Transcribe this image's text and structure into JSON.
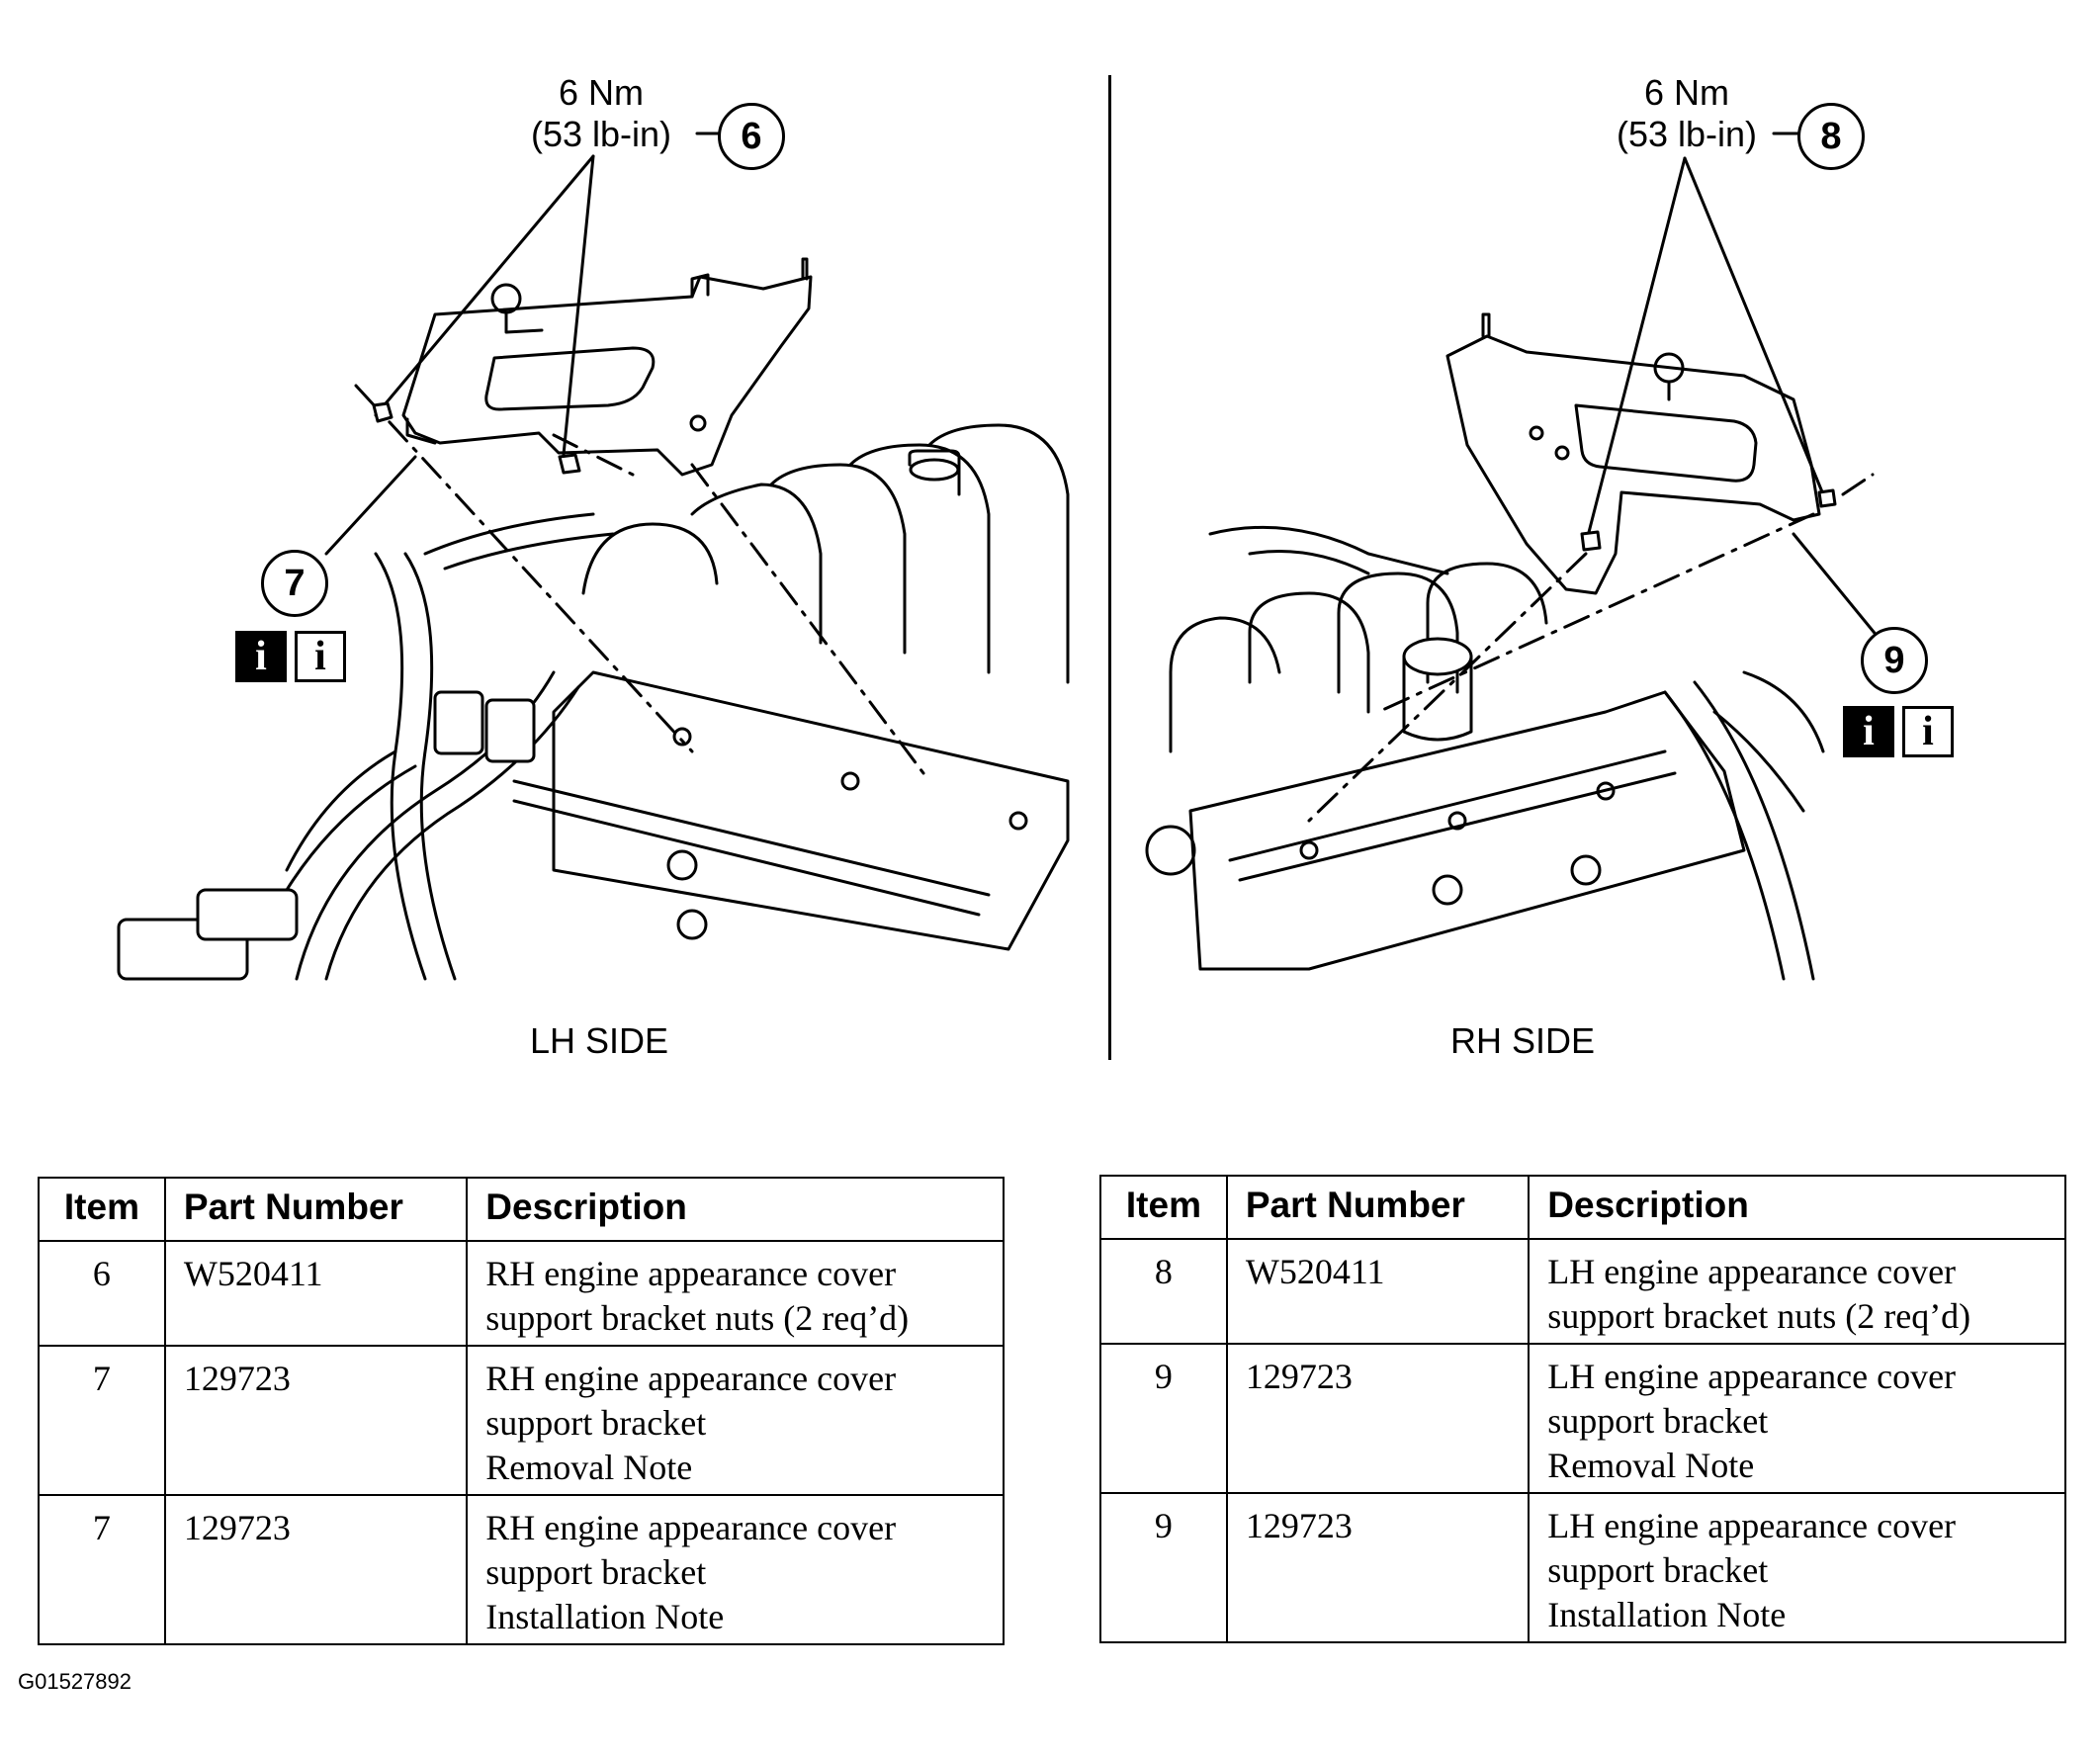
{
  "lh_view": {
    "label": "LH SIDE",
    "torque_nm": "6 Nm",
    "torque_lbin": "(53 lb-in)",
    "callout_nuts": "6",
    "callout_bracket": "7",
    "info_solid": "i",
    "info_outline": "i"
  },
  "rh_view": {
    "label": "RH SIDE",
    "torque_nm": "6 Nm",
    "torque_lbin": "(53 lb-in)",
    "callout_nuts": "8",
    "callout_bracket": "9",
    "info_solid": "i",
    "info_outline": "i"
  },
  "tables": {
    "headers": {
      "item": "Item",
      "part_number": "Part Number",
      "description": "Description"
    },
    "left": [
      {
        "item": "6",
        "part": "W520411",
        "desc": [
          "RH engine appearance cover",
          "support bracket nuts (2 req’d)"
        ]
      },
      {
        "item": "7",
        "part": "129723",
        "desc": [
          "RH engine appearance cover",
          "support bracket",
          "Removal Note"
        ]
      },
      {
        "item": "7",
        "part": "129723",
        "desc": [
          "RH engine appearance cover",
          "support bracket",
          "Installation Note"
        ]
      }
    ],
    "right": [
      {
        "item": "8",
        "part": "W520411",
        "desc": [
          "LH engine appearance cover",
          "support bracket nuts (2 req’d)"
        ]
      },
      {
        "item": "9",
        "part": "129723",
        "desc": [
          "LH engine appearance cover",
          "support bracket",
          "Removal Note"
        ]
      },
      {
        "item": "9",
        "part": "129723",
        "desc": [
          "LH engine appearance cover",
          "support bracket",
          "Installation Note"
        ]
      }
    ]
  },
  "figure_id": "G01527892"
}
